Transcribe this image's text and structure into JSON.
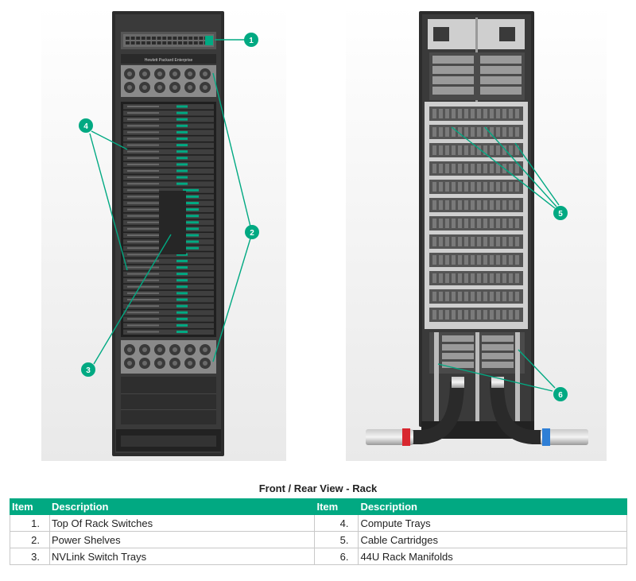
{
  "caption": "Front / Rear View - Rack",
  "brand_text": "Hewlett Packard Enterprise",
  "colors": {
    "accent": "#01a982",
    "red_coupling": "#d8272f",
    "blue_coupling": "#2f7fd6"
  },
  "callouts": [
    "1",
    "2",
    "3",
    "4",
    "5",
    "6"
  ],
  "table": {
    "headers": [
      "Item",
      "Description",
      "Item",
      "Description"
    ],
    "rows": [
      {
        "item_left": "1.",
        "desc_left": "Top Of Rack Switches",
        "item_right": "4.",
        "desc_right": "Compute Trays"
      },
      {
        "item_left": "2.",
        "desc_left": "Power Shelves",
        "item_right": "5.",
        "desc_right": "Cable Cartridges"
      },
      {
        "item_left": "3.",
        "desc_left": "NVLink Switch Trays",
        "item_right": "6.",
        "desc_right": "44U Rack Manifolds"
      }
    ]
  }
}
